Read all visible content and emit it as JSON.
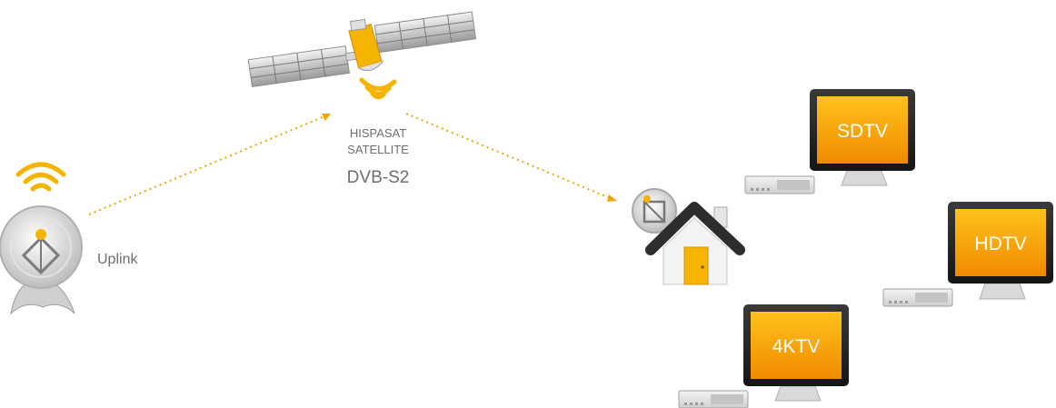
{
  "labels": {
    "uplink": "Uplink",
    "satellite_line1": "HISPASAT",
    "satellite_line2": "SATELLITE",
    "standard": "DVB-S2"
  },
  "tvs": [
    {
      "label": "SDTV"
    },
    {
      "label": "HDTV"
    },
    {
      "label": "4KTV"
    }
  ],
  "colors": {
    "accent": "#f5b400",
    "screen_top": "#ffb400",
    "screen_bottom": "#f08a00",
    "link": "#f0a500",
    "label": "#6e6e6e"
  },
  "icons": [
    "uplink-dish-icon",
    "satellite-icon",
    "home-dish-icon",
    "house-icon",
    "tv-icon",
    "set-top-box-icon",
    "signal-waves-icon"
  ]
}
